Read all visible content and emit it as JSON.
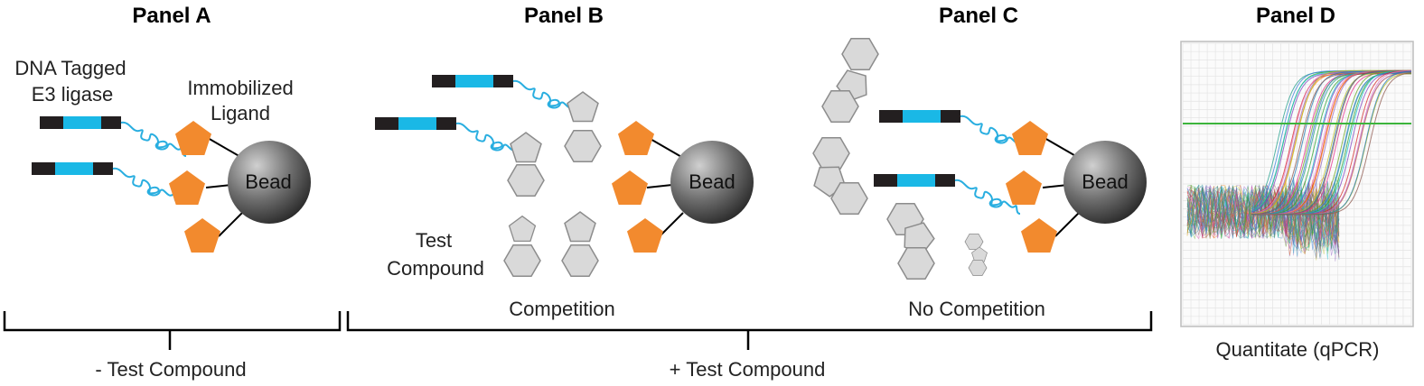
{
  "panels": {
    "a": {
      "title": "Panel A",
      "dna_label_line1": "DNA Tagged",
      "dna_label_line2": "E3 ligase",
      "ligand_label_line1": "Immobilized",
      "ligand_label_line2": "Ligand",
      "bead_label": "Bead"
    },
    "b": {
      "title": "Panel B",
      "bead_label": "Bead",
      "test_label_line1": "Test",
      "test_label_line2": "Compound",
      "caption": "Competition"
    },
    "c": {
      "title": "Panel C",
      "bead_label": "Bead",
      "caption": "No Competition"
    },
    "d": {
      "title": "Panel D",
      "caption": "Quantitate (qPCR)"
    }
  },
  "brackets": {
    "minus": "- Test Compound",
    "plus": "+ Test Compound"
  },
  "colors": {
    "ligand": "#f28a2e",
    "dna_tag": "#1ab8e6",
    "dna_end": "#231f20",
    "chain": "#29aee0",
    "compound_fill": "#d9d9d9",
    "compound_stroke": "#8c8c8c",
    "threshold": "#3cb43c"
  }
}
